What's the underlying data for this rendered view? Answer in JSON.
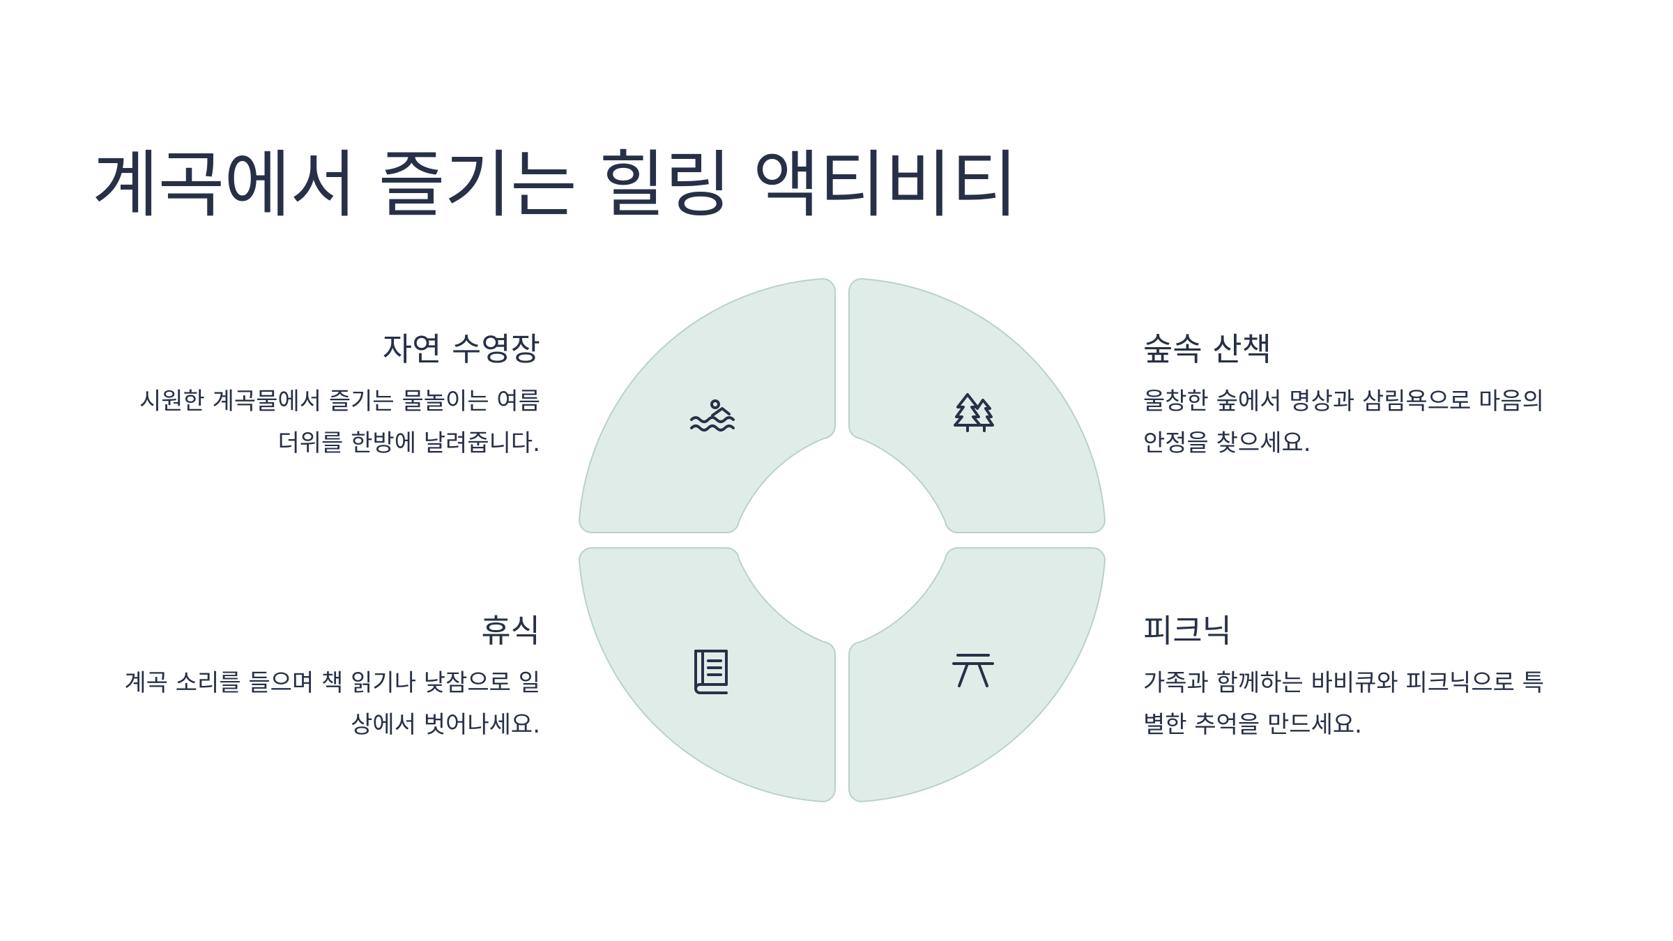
{
  "title": "계곡에서 즐기는 힐링 액티비티",
  "activities": [
    {
      "title": "자연 수영장",
      "desc_line1": "시원한 계곡물에서 즐기는 물놀이는 여름",
      "desc_line2": "더위를 한방에 날려줍니다.",
      "icon": "swimmer-icon"
    },
    {
      "title": "숲속 산책",
      "desc_line1": "울창한 숲에서 명상과 삼림욕으로 마음의",
      "desc_line2": "안정을 찾으세요.",
      "icon": "trees-icon"
    },
    {
      "title": "휴식",
      "desc_line1": "계곡 소리를 들으며 책 읽기나 낮잠으로 일",
      "desc_line2": "상에서 벗어나세요.",
      "icon": "book-icon"
    },
    {
      "title": "피크닉",
      "desc_line1": "가족과 함께하는 바비큐와 피크닉으로 특",
      "desc_line2": "별한 추억을 만드세요.",
      "icon": "picnic-table-icon"
    }
  ],
  "colors": {
    "text": "#273047",
    "petal_fill": "#e0ece8",
    "petal_stroke": "#b8d1ca",
    "background": "#ffffff"
  }
}
